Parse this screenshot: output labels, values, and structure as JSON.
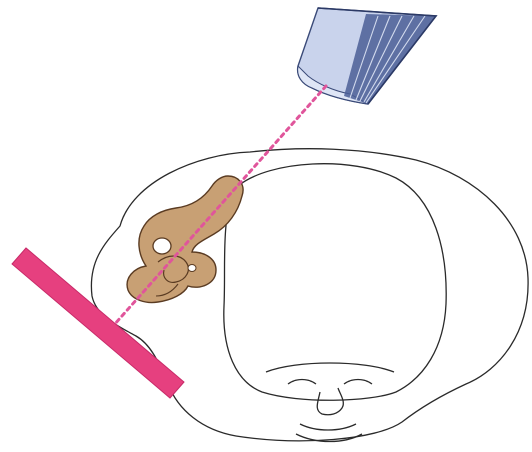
{
  "figure": {
    "subject": "",
    "elements": {
      "tube": "x-ray-tube-head",
      "beam": "central-ray",
      "receptor": "image-receptor",
      "patient": "patient-head-outline",
      "structure": "highlighted-anatomy"
    }
  },
  "colors": {
    "background": "#ffffff",
    "outline": "#2a2a2a",
    "tube_light": "#c9d3ec",
    "tube_mid": "#8797c5",
    "tube_dark": "#4b5e96",
    "beam": "#e0559b",
    "receptor": "#e6407f",
    "anatomy_fill": "#c8a074",
    "anatomy_stroke": "#5a3b22"
  }
}
